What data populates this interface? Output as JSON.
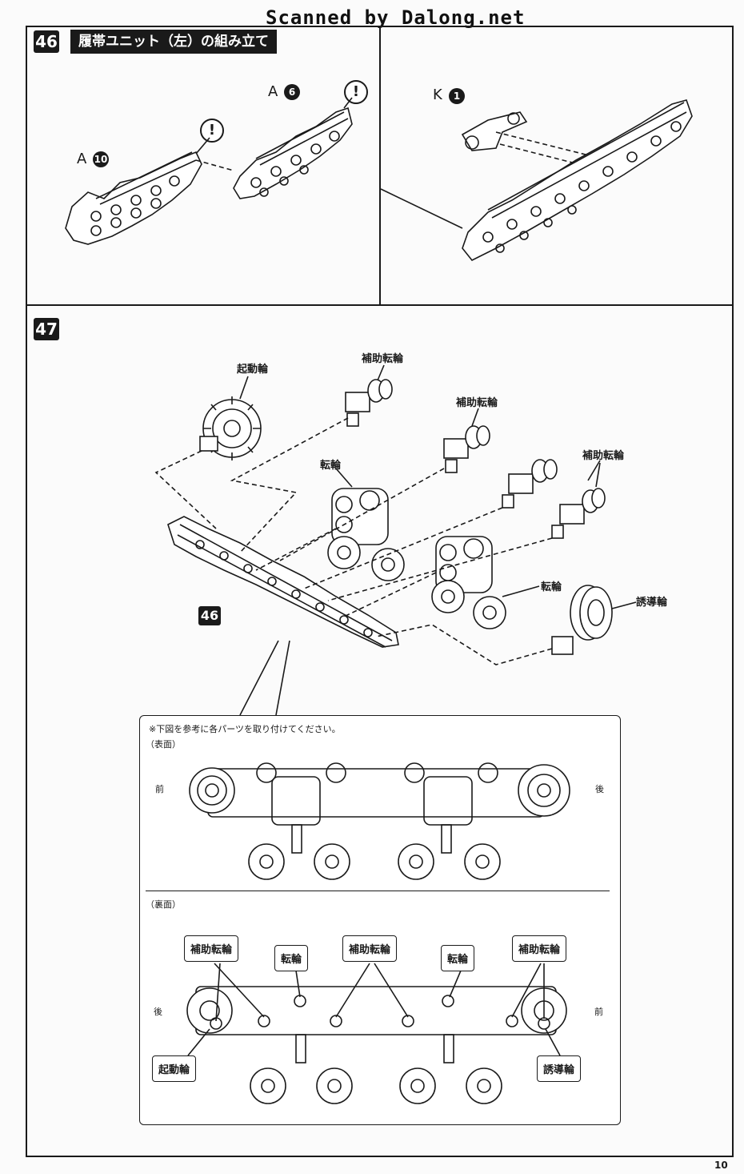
{
  "watermark": "Scanned by Dalong.net",
  "page_number": "10",
  "step46": {
    "number": "46",
    "title": "履帯ユニット（左）の組み立て",
    "parts": [
      {
        "letter": "A",
        "num": "10"
      },
      {
        "letter": "A",
        "num": "6"
      },
      {
        "letter": "K",
        "num": "1"
      }
    ],
    "warning_symbol": "!"
  },
  "step47": {
    "number": "47",
    "labels": {
      "sprocket": "起動輪",
      "support_roller_1": "補助転輪",
      "support_roller_2": "補助転輪",
      "support_roller_3": "補助転輪",
      "road_wheel_1": "転輪",
      "road_wheel_2": "転輪",
      "idler": "誘導輪"
    },
    "ref_step": "46",
    "inset": {
      "note": "※下図を参考に各パーツを取り付けてください。",
      "front_view": "（表面）",
      "back_view": "（裏面）",
      "front_left": "前",
      "front_right": "後",
      "back_left": "後",
      "back_right": "前",
      "back_labels": {
        "support_roller_a": "補助転輪",
        "road_wheel_a": "転輪",
        "support_roller_b": "補助転輪",
        "road_wheel_b": "転輪",
        "support_roller_c": "補助転輪",
        "sprocket": "起動輪",
        "idler": "誘導輪"
      }
    }
  }
}
